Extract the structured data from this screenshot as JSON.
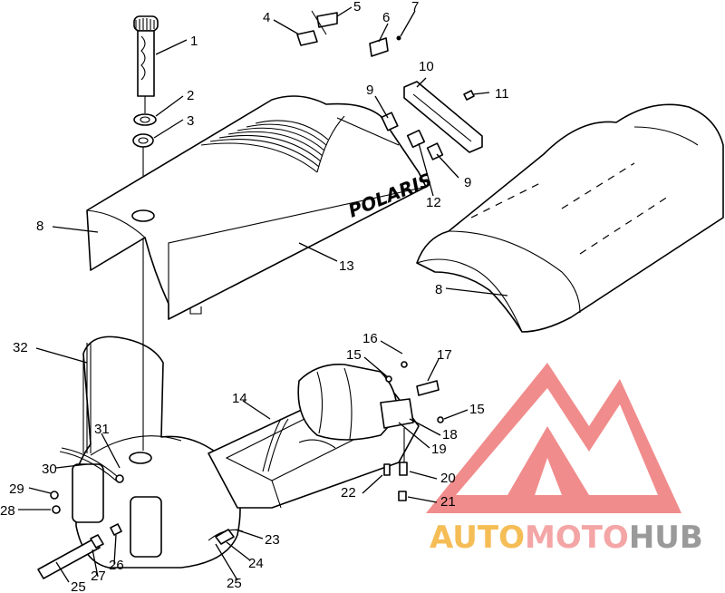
{
  "brand_text": "POLARIS",
  "watermark": {
    "part1": "AUTO",
    "part2": "MOTO",
    "part3": "HUB",
    "colors": {
      "auto": "#f5bd55",
      "moto": "#f4a5a5",
      "hub": "#9a9a9a",
      "logo": "#f08080"
    }
  },
  "callouts": [
    {
      "id": "c1",
      "text": "1"
    },
    {
      "id": "c2",
      "text": "2"
    },
    {
      "id": "c3",
      "text": "3"
    },
    {
      "id": "c4",
      "text": "4"
    },
    {
      "id": "c5",
      "text": "5"
    },
    {
      "id": "c6",
      "text": "6"
    },
    {
      "id": "c7",
      "text": "7"
    },
    {
      "id": "c8a",
      "text": "8"
    },
    {
      "id": "c8b",
      "text": "8"
    },
    {
      "id": "c9a",
      "text": "9"
    },
    {
      "id": "c9b",
      "text": "9"
    },
    {
      "id": "c10",
      "text": "10"
    },
    {
      "id": "c11",
      "text": "11"
    },
    {
      "id": "c12",
      "text": "12"
    },
    {
      "id": "c13",
      "text": "13"
    },
    {
      "id": "c14",
      "text": "14"
    },
    {
      "id": "c15a",
      "text": "15"
    },
    {
      "id": "c15b",
      "text": "15"
    },
    {
      "id": "c16",
      "text": "16"
    },
    {
      "id": "c17",
      "text": "17"
    },
    {
      "id": "c18",
      "text": "18"
    },
    {
      "id": "c19",
      "text": "19"
    },
    {
      "id": "c20",
      "text": "20"
    },
    {
      "id": "c21",
      "text": "21"
    },
    {
      "id": "c22",
      "text": "22"
    },
    {
      "id": "c23",
      "text": "23"
    },
    {
      "id": "c24",
      "text": "24"
    },
    {
      "id": "c25a",
      "text": "25"
    },
    {
      "id": "c25b",
      "text": "25"
    },
    {
      "id": "c26",
      "text": "26"
    },
    {
      "id": "c27",
      "text": "27"
    },
    {
      "id": "c28",
      "text": "28"
    },
    {
      "id": "c29",
      "text": "29"
    },
    {
      "id": "c30",
      "text": "30"
    },
    {
      "id": "c31",
      "text": "31"
    },
    {
      "id": "c32",
      "text": "32"
    }
  ]
}
